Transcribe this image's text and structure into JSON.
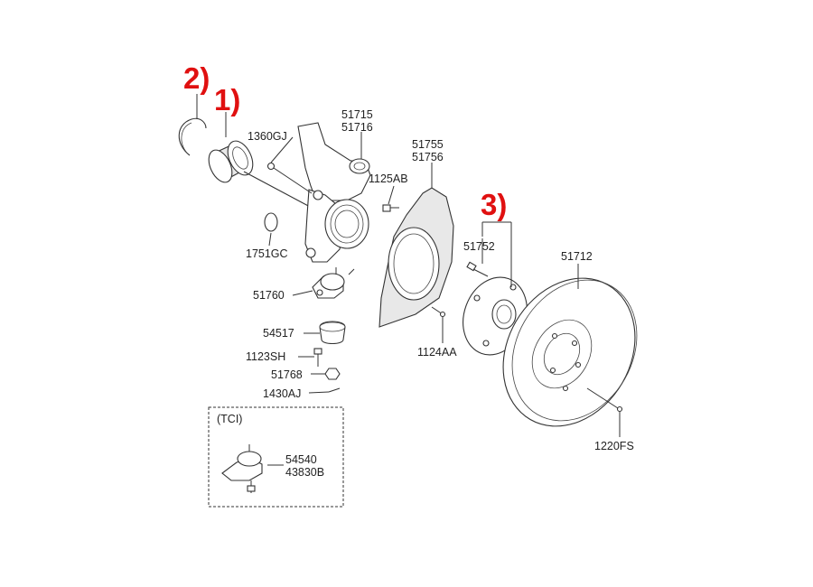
{
  "callouts": {
    "c1": "1)",
    "c2": "2)",
    "c3": "3)"
  },
  "parts": {
    "p51715": "51715",
    "p51716": "51716",
    "p1360GJ": "1360GJ",
    "p51755": "51755",
    "p51756": "51756",
    "p1125AB": "1125AB",
    "p1751GC": "1751GC",
    "p51760": "51760",
    "p54517": "54517",
    "p1123SH": "1123SH",
    "p51768": "51768",
    "p1430AJ": "1430AJ",
    "p1124AA": "1124AA",
    "p51752": "51752",
    "p51712": "51712",
    "p1220FS": "1220FS",
    "p54540": "54540",
    "p43830B": "43830B"
  },
  "tci_box": {
    "title": "(TCI)"
  },
  "colors": {
    "callout": "#e01010",
    "line": "#333333"
  }
}
